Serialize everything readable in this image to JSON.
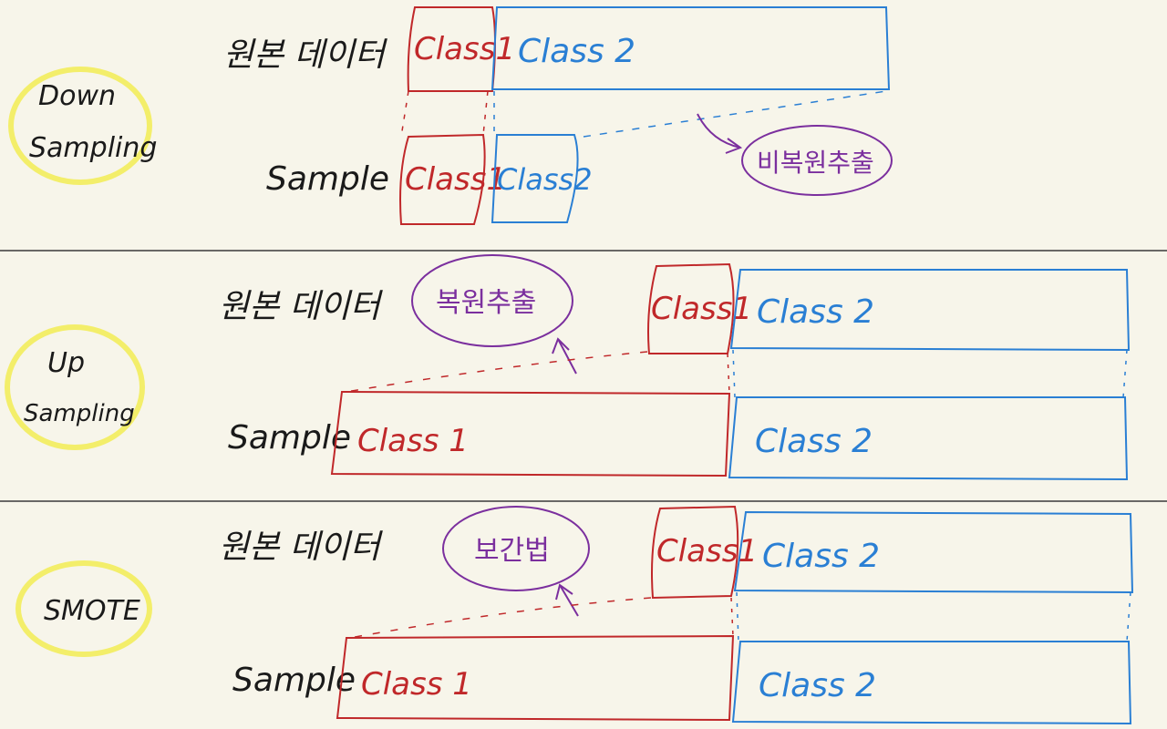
{
  "colors": {
    "background": "#f7f5ea",
    "class1": "#c0282a",
    "class2": "#2a7fd4",
    "annotation": "#7b2f9e",
    "highlight": "#f3ee6a",
    "divider": "#3a3a3a",
    "ink": "#1a1a1a"
  },
  "sections": [
    {
      "method_line1": "Down",
      "method_line2": "Sampling",
      "original_label": "원본 데이터",
      "sample_label": "Sample",
      "original_class1": "Class1",
      "original_class2": "Class 2",
      "sample_class1": "Class1",
      "sample_class2": "Class2",
      "note": "비복원추출"
    },
    {
      "method_line1": "Up",
      "method_line2": "Sampling",
      "original_label": "원본 데이터",
      "sample_label": "Sample",
      "original_class1": "Class1",
      "original_class2": "Class 2",
      "sample_class1": "Class 1",
      "sample_class2": "Class 2",
      "note": "복원추출"
    },
    {
      "method_line1": "SMOTE",
      "method_line2": "",
      "original_label": "원본 데이터",
      "sample_label": "Sample",
      "original_class1": "Class1",
      "original_class2": "Class 2",
      "sample_class1": "Class 1",
      "sample_class2": "Class 2",
      "note": "보간법"
    }
  ]
}
